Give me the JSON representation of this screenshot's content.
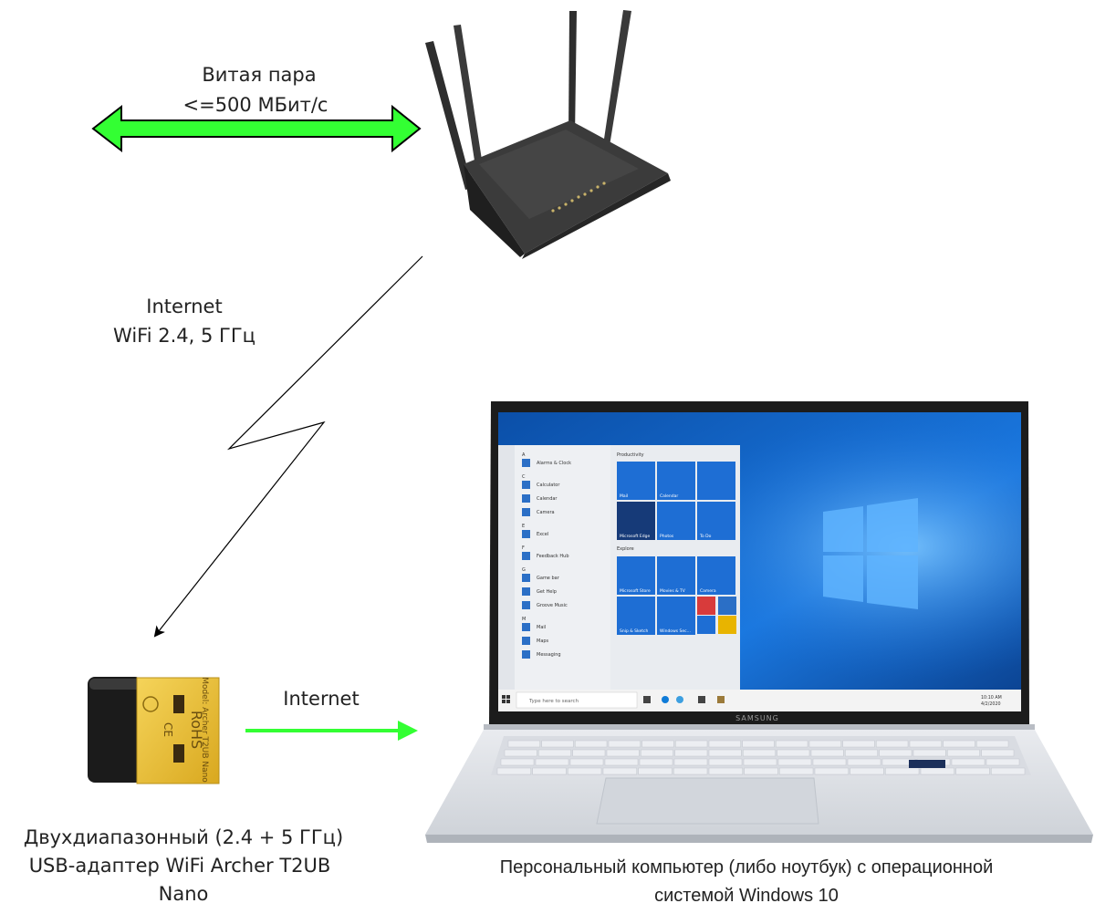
{
  "labels": {
    "twisted_pair": {
      "line1": "Витая пара",
      "line2": "<=500 МБит/с"
    },
    "wifi_link": {
      "line1": "Internet",
      "line2": "WiFi 2.4, 5 ГГц"
    },
    "usb_link": "Internet",
    "adapter_caption": {
      "line1": "Двухдиапазонный (2.4 + 5 ГГц)",
      "line2": "USB-адаптер WiFi Archer T2UB",
      "line3": "Nano"
    },
    "computer_caption": {
      "line1": "Персональный компьютер (либо ноутбук) с операционной",
      "line2": "системой Windows 10"
    }
  },
  "adapter_print": {
    "ce": "CE",
    "rohs": "RoHS",
    "model": "Model: Archer T2UB Nano"
  },
  "laptop": {
    "brand": "SAMSUNG",
    "start_menu": {
      "letters": [
        "A",
        "C",
        "E",
        "F",
        "G",
        "M"
      ],
      "apps": [
        "Alarms & Clock",
        "Calculator",
        "Calendar",
        "Camera",
        "Excel",
        "Feedback Hub",
        "Game bar",
        "Get Help",
        "Groove Music",
        "Mail",
        "Maps",
        "Messaging"
      ],
      "groups": [
        "Productivity",
        "Explore"
      ],
      "tiles": [
        "Mail",
        "Calendar",
        "Microsoft Edge",
        "Photos",
        "To Do",
        "Microsoft Store",
        "Movies & TV",
        "Camera",
        "Snip & Sketch",
        "Windows Sec..."
      ]
    },
    "taskbar": {
      "search_placeholder": "Type here to search",
      "time": "10:10 AM",
      "date": "4/2/2020"
    }
  },
  "colors": {
    "arrow_green": "#33ff33",
    "arrow_outline": "#000000",
    "wifi_line": "#000000",
    "router_body": "#2b2b2b",
    "adapter_gold": "#e9c23a",
    "desktop_blue": "#0a63c9"
  },
  "icons": [
    "router-image",
    "usb-adapter-image",
    "laptop-image",
    "windows-logo-icon"
  ]
}
